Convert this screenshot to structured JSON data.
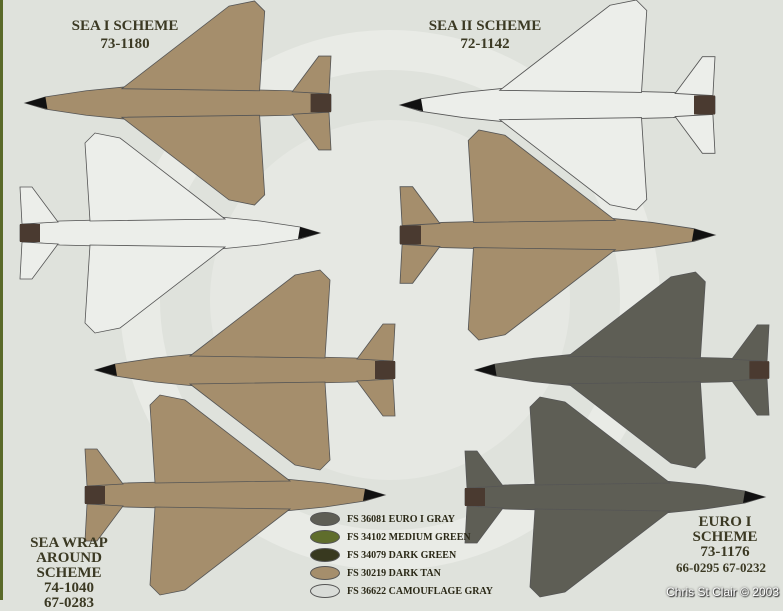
{
  "schemes": {
    "sea1": {
      "title": "SEA I SCHEME",
      "serials": [
        "73-1180"
      ]
    },
    "sea2": {
      "title": "SEA II SCHEME",
      "serials": [
        "72-1142"
      ]
    },
    "seawrap": {
      "title_lines": [
        "SEA WRAP",
        "AROUND SCHEME"
      ],
      "serials": [
        "74-1040",
        "67-0283"
      ]
    },
    "euro1": {
      "title_lines": [
        "EURO I",
        "SCHEME"
      ],
      "serials": [
        "73-1176",
        "66-0295 67-0232"
      ]
    }
  },
  "legend": [
    {
      "label": "FS 36081 EURO I GRAY",
      "color": "#5e5e55"
    },
    {
      "label": "FS 34102 MEDIUM GREEN",
      "color": "#5f6d2c"
    },
    {
      "label": "FS 34079 DARK GREEN",
      "color": "#38391f"
    },
    {
      "label": "FS 30219 DARK TAN",
      "color": "#a58e6c"
    },
    {
      "label": "FS 36622 CAMOUFLAGE GRAY",
      "color": "#d9dcd8"
    }
  ],
  "watermark": "Chris St Clair © 2003"
}
